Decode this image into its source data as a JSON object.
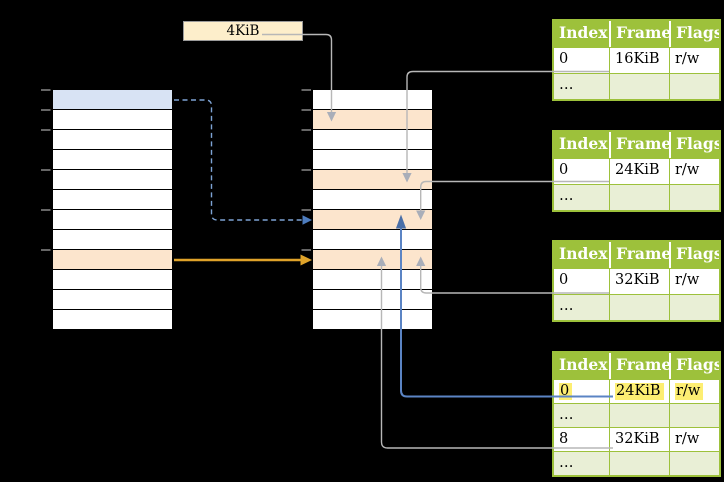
{
  "size_label": {
    "text": "4KiB"
  },
  "colors": {
    "table_green": "#9dc13b",
    "row_green": "#e9efd6",
    "orange_fill": "#fce5cd",
    "blue_fill": "#d8e3f4",
    "yellow_highlight": "#fdee72",
    "cream_fill": "#fdeecb",
    "gray_line": "#b7b7b7",
    "gray_head": "#a9aeb9",
    "blue_line": "#5b84c4",
    "blue_head": "#4a6fa8",
    "dashed_blue_line": "#7da3d4",
    "dashed_blue_head": "#4d7cbe",
    "orange_line": "#dfa32a",
    "tick_gray": "#7f7f7f"
  },
  "virtual_memory": {
    "rows": [
      "blue",
      "white",
      "white",
      "white",
      "white",
      "white",
      "white",
      "white",
      "orange",
      "white",
      "white",
      "white"
    ]
  },
  "physical_memory": {
    "rows": [
      "white",
      "orange",
      "white",
      "white",
      "orange",
      "white",
      "orange",
      "white",
      "orange",
      "white",
      "white",
      "white"
    ]
  },
  "page_tables": [
    {
      "headers": [
        "Index",
        "Frame",
        "Flags"
      ],
      "rows": [
        {
          "cells": [
            "0",
            "16KiB",
            "r/w"
          ],
          "variant": "white"
        },
        {
          "cells": [
            "…",
            "",
            ""
          ],
          "variant": "green"
        }
      ]
    },
    {
      "headers": [
        "Index",
        "Frame",
        "Flags"
      ],
      "rows": [
        {
          "cells": [
            "0",
            "24KiB",
            "r/w"
          ],
          "variant": "white"
        },
        {
          "cells": [
            "…",
            "",
            ""
          ],
          "variant": "green"
        }
      ]
    },
    {
      "headers": [
        "Index",
        "Frame",
        "Flags"
      ],
      "rows": [
        {
          "cells": [
            "0",
            "32KiB",
            "r/w"
          ],
          "variant": "white"
        },
        {
          "cells": [
            "…",
            "",
            ""
          ],
          "variant": "green"
        }
      ]
    },
    {
      "headers": [
        "Index",
        "Frame",
        "Flags"
      ],
      "rows": [
        {
          "cells": [
            "0",
            "24KiB",
            "r/w"
          ],
          "variant": "white",
          "highlight": true
        },
        {
          "cells": [
            "…",
            "",
            ""
          ],
          "variant": "green"
        },
        {
          "cells": [
            "8",
            "32KiB",
            "r/w"
          ],
          "variant": "white"
        },
        {
          "cells": [
            "…",
            "",
            ""
          ],
          "variant": "green"
        }
      ]
    }
  ]
}
